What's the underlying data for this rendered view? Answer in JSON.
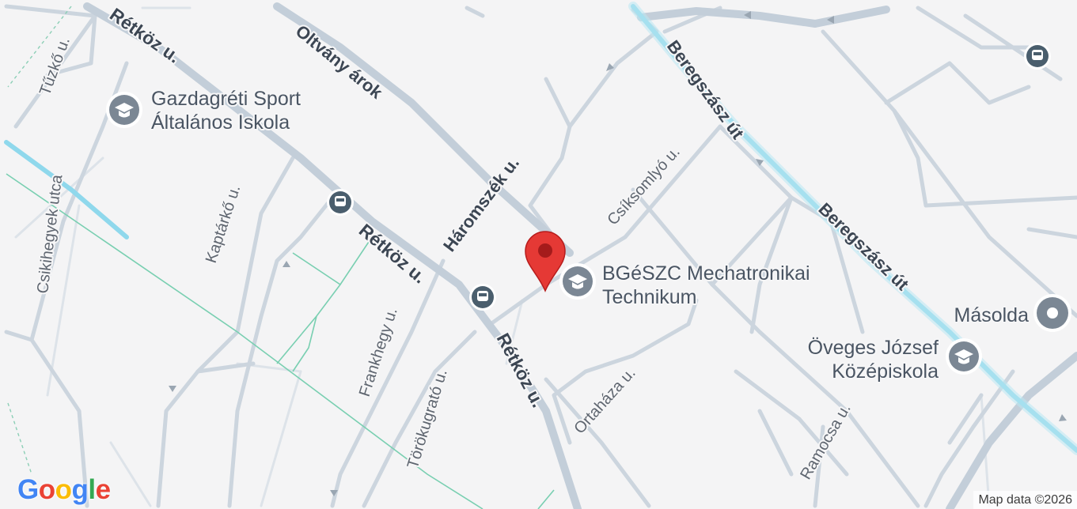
{
  "map": {
    "streets": {
      "retkoz_1": "Rétköz u.",
      "retkoz_2": "Rétköz u.",
      "retkoz_3": "Rétköz u.",
      "oltvany": "Oltvány árok",
      "tuzko": "Tűzkő u.",
      "csikihegyek": "Csikihegyek utca",
      "kaptarko": "Kaptárkő u.",
      "haromszek": "Háromszék u.",
      "csiksomlyo": "Csíksomlyó u.",
      "frankhegy": "Frankhegy u.",
      "torokugrato": "Törökugrató u.",
      "ortahaza": "Ortaháza u.",
      "ramocsa": "Ramocsa u.",
      "beregszasz_1": "Beregszász út",
      "beregszasz_2": "Beregszász út"
    },
    "pois": {
      "gazdagreti_line1": "Gazdagréti Sport",
      "gazdagreti_line2": "Általános Iskola",
      "bgeszc_line1": "BGéSZC Mechatronikai",
      "bgeszc_line2": "Technikum",
      "oveges_line1": "Öveges József",
      "oveges_line2": "Középiskola",
      "masolda": "Másolda"
    },
    "icons": {
      "school": "school-icon",
      "bus": "bus-stop-icon",
      "shop": "place-icon",
      "marker": "map-pin-icon"
    },
    "colors": {
      "background": "#f4f4f5",
      "road": "#ccd5de",
      "major_road": "#c3ced9",
      "railway": "#8fd8ec",
      "path": "#79cfb1",
      "poi": "#7b8794",
      "bus": "#4a5e6d",
      "marker": "#e53935"
    }
  },
  "branding": {
    "logo_g1": "G",
    "logo_o1": "o",
    "logo_o2": "o",
    "logo_g2": "g",
    "logo_l": "l",
    "logo_e": "e",
    "attribution": "Map data ©2026"
  }
}
